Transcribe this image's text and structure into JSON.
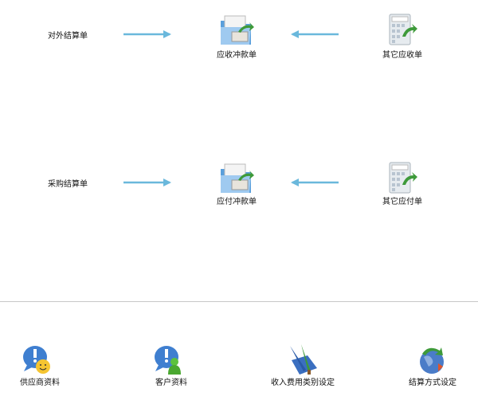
{
  "flow_receivable": {
    "source": "对外结算单",
    "target": "应收冲款单",
    "other": "其它应收单"
  },
  "flow_payable": {
    "source": "采购结算单",
    "target": "应付冲款单",
    "other": "其它应付单"
  },
  "shortcuts": [
    {
      "label": "供应商资料",
      "icon": "supplier-info-icon"
    },
    {
      "label": "客户资料",
      "icon": "customer-info-icon"
    },
    {
      "label": "收入费用类别设定",
      "icon": "category-settings-icon"
    },
    {
      "label": "结算方式设定",
      "icon": "settlement-method-icon"
    }
  ],
  "colors": {
    "arrow": "#6ab8dc",
    "divider": "#c8c8c8"
  }
}
